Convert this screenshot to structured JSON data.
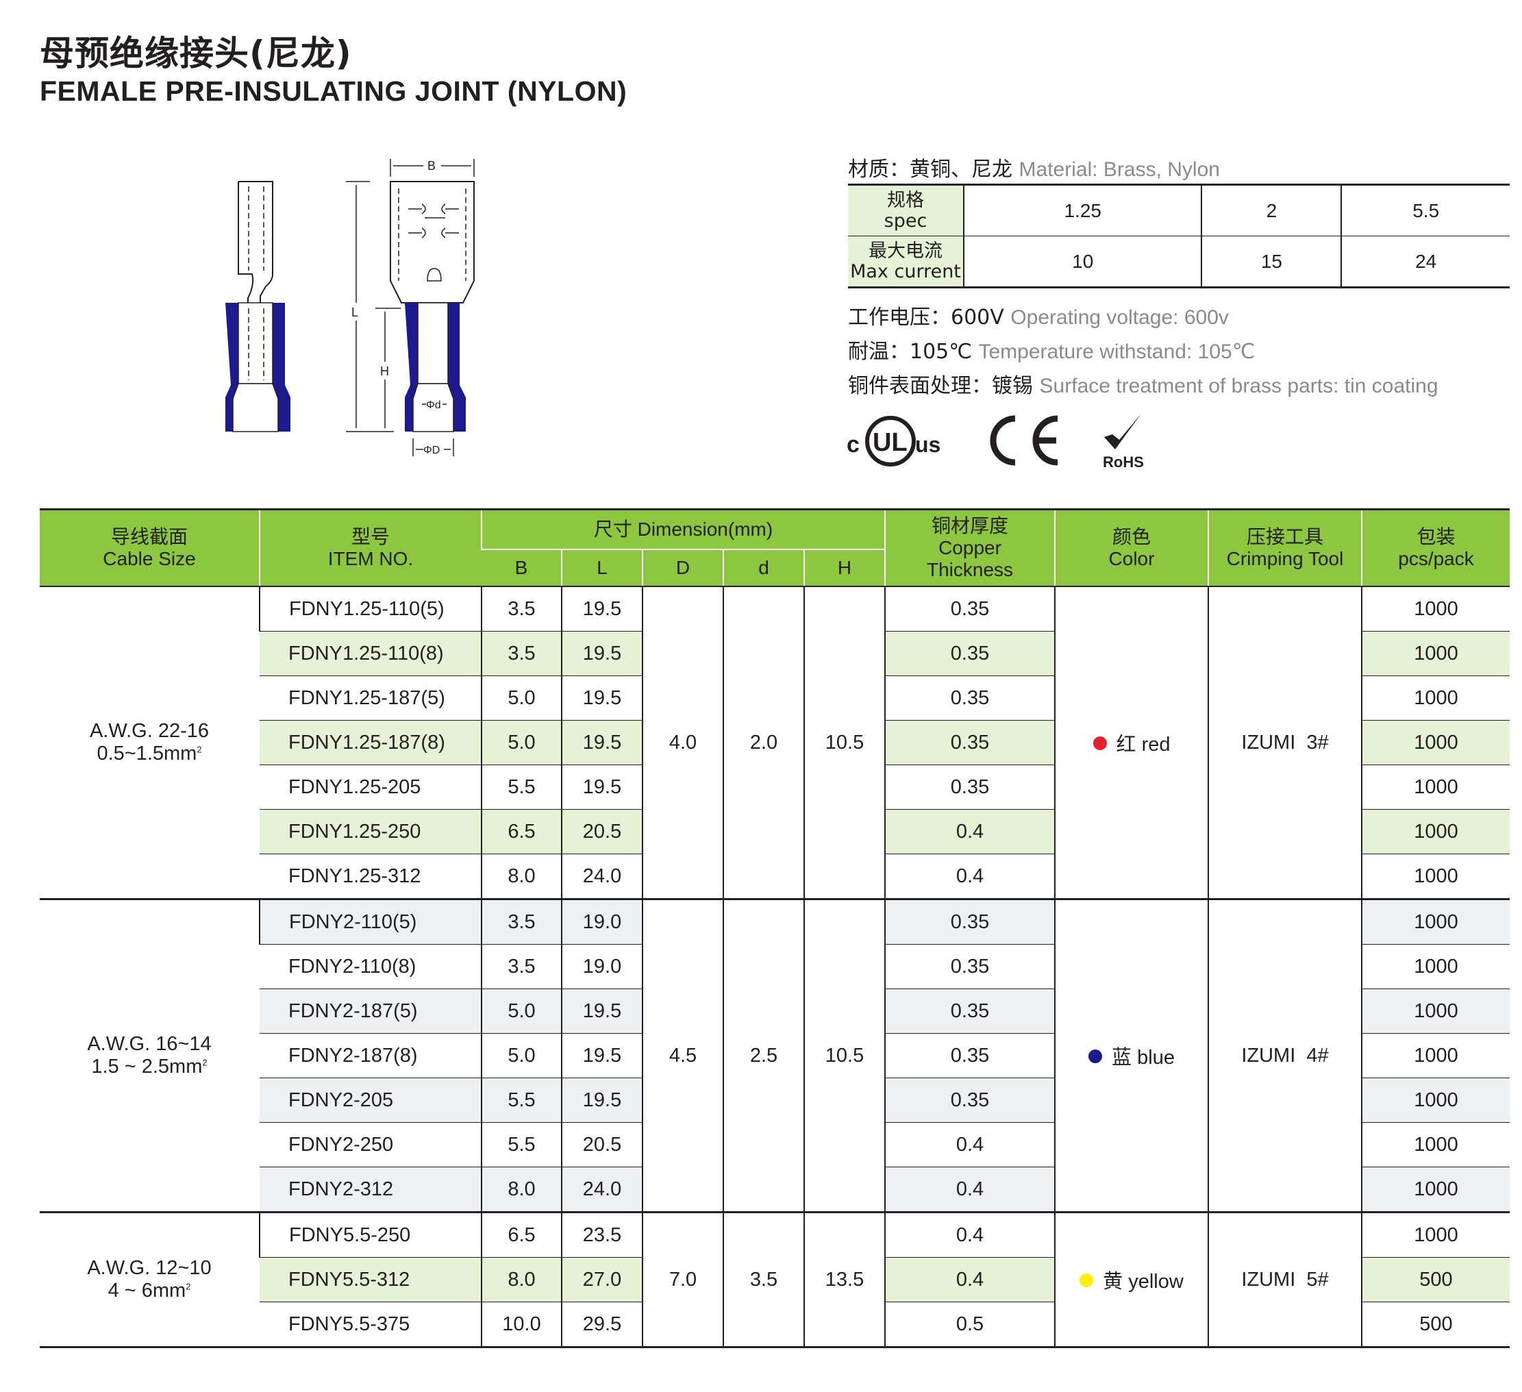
{
  "title": {
    "cn": "母预绝缘接头(尼龙)",
    "en": "FEMALE PRE-INSULATING JOINT (NYLON)"
  },
  "drawing": {
    "labels": {
      "B": "B",
      "L": "L",
      "H": "H",
      "d": "Φd",
      "D": "ΦD"
    },
    "insulation_color": "#1d1a8f"
  },
  "material": {
    "cn": "材质：黄铜、尼龙",
    "en": "Material: Brass, Nylon"
  },
  "spec_table": {
    "row1_head": {
      "cn": "规格",
      "en": "spec"
    },
    "row2_head": {
      "cn": "最大电流",
      "en": "Max current"
    },
    "specs": [
      "1.25",
      "2",
      "5.5"
    ],
    "currents": [
      "10",
      "15",
      "24"
    ]
  },
  "properties": [
    {
      "cn": "工作电压：600V",
      "en": "Operating voltage: 600v"
    },
    {
      "cn": "耐温：105℃",
      "en": "Temperature withstand: 105℃"
    },
    {
      "cn": "铜件表面处理：镀锡",
      "en": "Surface treatment of brass parts: tin coating"
    }
  ],
  "certs": {
    "ul_c": "c",
    "ul": "UL",
    "ul_us": "us",
    "ce": "CE",
    "rohs": "RoHS"
  },
  "table": {
    "headers": {
      "cable_cn": "导线截面",
      "cable_en": "Cable Size",
      "item_cn": "型号",
      "item_en": "ITEM NO.",
      "dim": "尺寸 Dimension(mm)",
      "B": "B",
      "L": "L",
      "D": "D",
      "d": "d",
      "H": "H",
      "thick_cn": "铜材厚度",
      "thick_en1": "Copper",
      "thick_en2": "Thickness",
      "color_cn": "颜色",
      "color_en": "Color",
      "tool_cn": "压接工具",
      "tool_en": "Crimping Tool",
      "pack_cn": "包装",
      "pack_en": "pcs/pack"
    },
    "groups": [
      {
        "awg": "A.W.G. 22-16",
        "area": "0.5~1.5mm",
        "area_sup": "2",
        "D": "4.0",
        "d": "2.0",
        "H": "10.5",
        "color_cn": "红",
        "color_en": "red",
        "dot": "#e5202e",
        "tool": "IZUMI  3#",
        "rows": [
          {
            "item": "FDNY1.25-110(5)",
            "B": "3.5",
            "L": "19.5",
            "t": "0.35",
            "pack": "1000"
          },
          {
            "item": "FDNY1.25-110(8)",
            "B": "3.5",
            "L": "19.5",
            "t": "0.35",
            "pack": "1000"
          },
          {
            "item": "FDNY1.25-187(5)",
            "B": "5.0",
            "L": "19.5",
            "t": "0.35",
            "pack": "1000"
          },
          {
            "item": "FDNY1.25-187(8)",
            "B": "5.0",
            "L": "19.5",
            "t": "0.35",
            "pack": "1000"
          },
          {
            "item": "FDNY1.25-205",
            "B": "5.5",
            "L": "19.5",
            "t": "0.35",
            "pack": "1000"
          },
          {
            "item": "FDNY1.25-250",
            "B": "6.5",
            "L": "20.5",
            "t": "0.4",
            "pack": "1000"
          },
          {
            "item": "FDNY1.25-312",
            "B": "8.0",
            "L": "24.0",
            "t": "0.4",
            "pack": "1000"
          }
        ]
      },
      {
        "awg": "A.W.G. 16~14",
        "area": "1.5 ~ 2.5mm",
        "area_sup": "2",
        "D": "4.5",
        "d": "2.5",
        "H": "10.5",
        "color_cn": "蓝",
        "color_en": "blue",
        "dot": "#1d1a8f",
        "tool": "IZUMI  4#",
        "rows": [
          {
            "item": "FDNY2-110(5)",
            "B": "3.5",
            "L": "19.0",
            "t": "0.35",
            "pack": "1000"
          },
          {
            "item": "FDNY2-110(8)",
            "B": "3.5",
            "L": "19.0",
            "t": "0.35",
            "pack": "1000"
          },
          {
            "item": "FDNY2-187(5)",
            "B": "5.0",
            "L": "19.5",
            "t": "0.35",
            "pack": "1000"
          },
          {
            "item": "FDNY2-187(8)",
            "B": "5.0",
            "L": "19.5",
            "t": "0.35",
            "pack": "1000"
          },
          {
            "item": "FDNY2-205",
            "B": "5.5",
            "L": "19.5",
            "t": "0.35",
            "pack": "1000"
          },
          {
            "item": "FDNY2-250",
            "B": "5.5",
            "L": "20.5",
            "t": "0.4",
            "pack": "1000"
          },
          {
            "item": "FDNY2-312",
            "B": "8.0",
            "L": "24.0",
            "t": "0.4",
            "pack": "1000"
          }
        ]
      },
      {
        "awg": "A.W.G. 12~10",
        "area": "4 ~ 6mm",
        "area_sup": "2",
        "D": "7.0",
        "d": "3.5",
        "H": "13.5",
        "color_cn": "黄",
        "color_en": "yellow",
        "dot": "#fff200",
        "tool": "IZUMI  5#",
        "rows": [
          {
            "item": "FDNY5.5-250",
            "B": "6.5",
            "L": "23.5",
            "t": "0.4",
            "pack": "1000"
          },
          {
            "item": "FDNY5.5-312",
            "B": "8.0",
            "L": "27.0",
            "t": "0.4",
            "pack": "500"
          },
          {
            "item": "FDNY5.5-375",
            "B": "10.0",
            "L": "29.5",
            "t": "0.5",
            "pack": "500"
          }
        ]
      }
    ]
  }
}
